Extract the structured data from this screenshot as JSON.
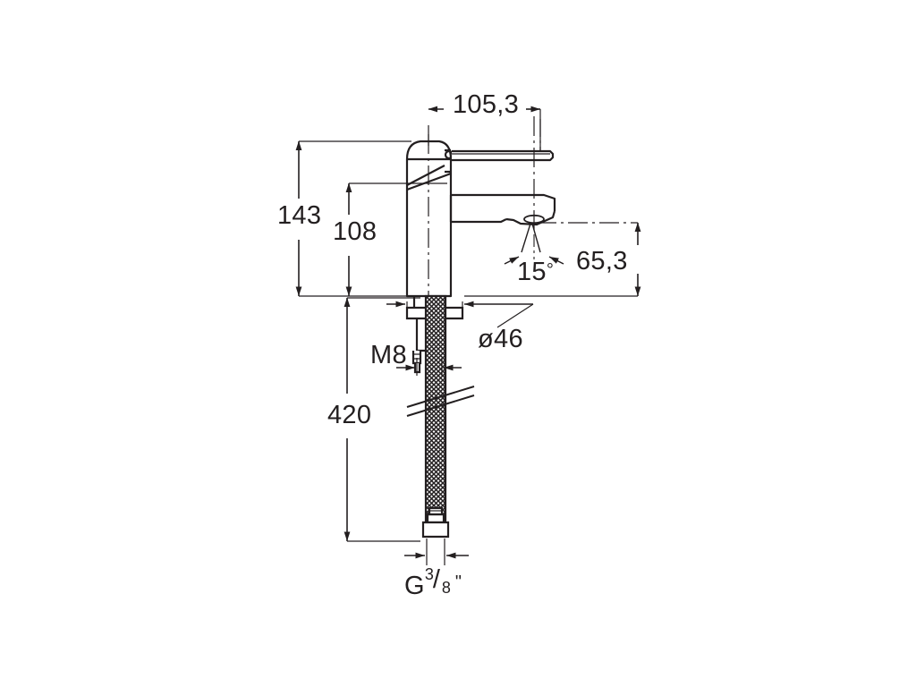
{
  "drawing": {
    "type": "technical-dimension-drawing",
    "subject": "single-lever basin mixer tap",
    "view": "side elevation",
    "units": "mm",
    "line_color": "#231f20",
    "background_color": "#ffffff"
  },
  "dimensions": {
    "spout_reach": {
      "label": "105,3",
      "value": 105.3,
      "unit": "mm",
      "orientation": "horizontal"
    },
    "total_height": {
      "label": "143",
      "value": 143,
      "unit": "mm",
      "orientation": "vertical"
    },
    "spout_height": {
      "label": "108",
      "value": 108,
      "unit": "mm",
      "orientation": "vertical"
    },
    "outlet_height": {
      "label": "65,3",
      "value": 65.3,
      "unit": "mm",
      "orientation": "vertical"
    },
    "aerator_angle": {
      "label": "15",
      "value": 15,
      "unit": "degrees",
      "symbol": "°"
    },
    "base_diameter": {
      "label": "ø46",
      "value": 46,
      "unit": "mm",
      "symbol": "ø"
    },
    "stud_thread": {
      "label": "M8",
      "value": "M8",
      "unit": "metric thread"
    },
    "hose_length": {
      "label": "420",
      "value": 420,
      "unit": "mm",
      "orientation": "vertical"
    },
    "supply_thread": {
      "label": "G3/8\"",
      "prefix": "G",
      "numerator": "3",
      "bar": "/",
      "denominator": "8",
      "suffix": "\"",
      "unit": "BSP thread"
    }
  },
  "icons": {
    "arrow": "dimension-arrow",
    "centerline": "dash-dot-centerline",
    "break": "break-line"
  }
}
